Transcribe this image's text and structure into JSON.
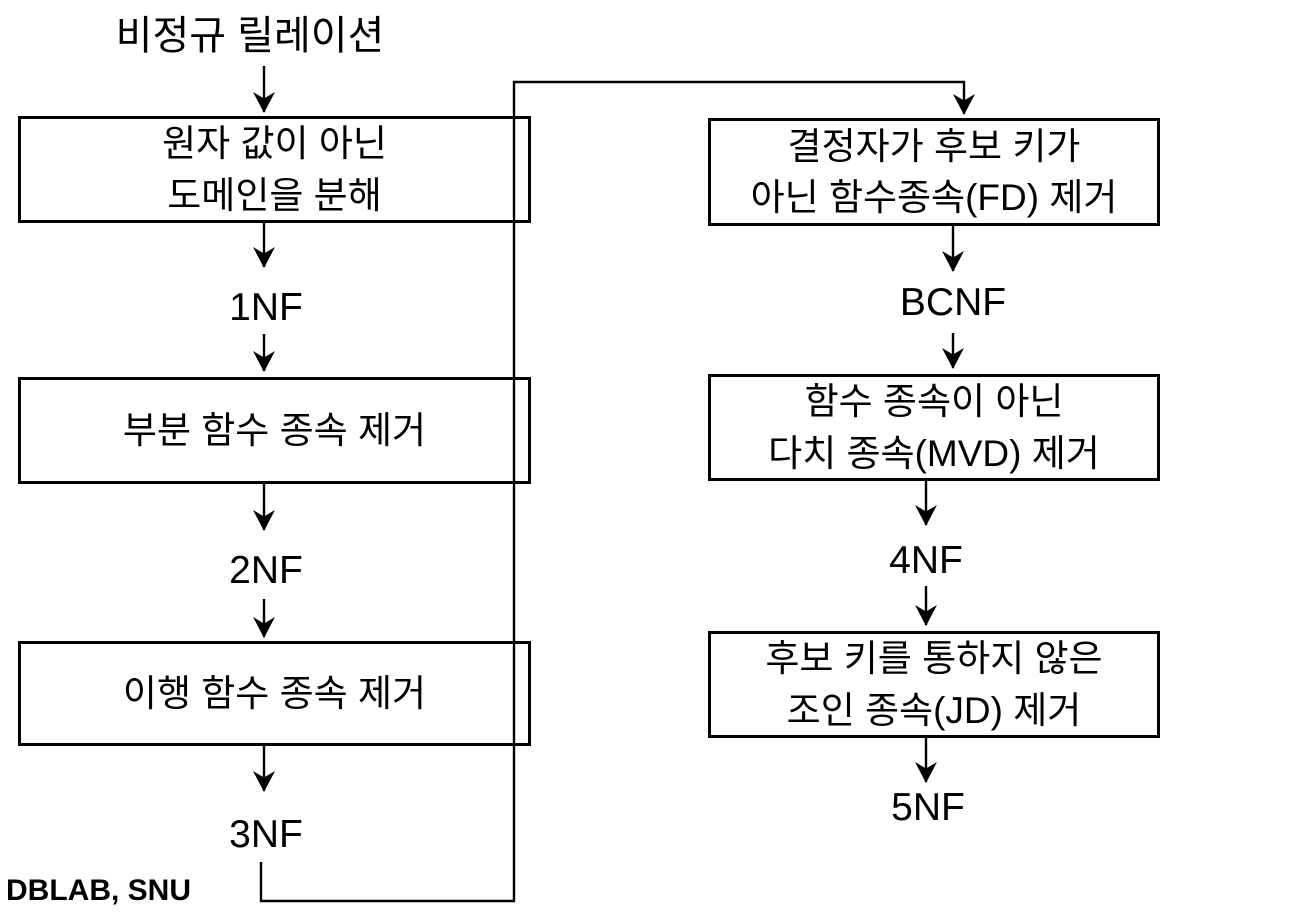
{
  "page": {
    "background": "#ffffff",
    "ink": "#000000"
  },
  "flowchart": {
    "title": "비정규 릴레이션",
    "left_column": {
      "boxes": [
        {
          "label": "원자 값이 아닌\n도메인을 분해"
        },
        {
          "label": "부분 함수 종속 제거"
        },
        {
          "label": "이행 함수 종속 제거"
        }
      ],
      "labels": [
        {
          "text": "1NF"
        },
        {
          "text": "2NF"
        },
        {
          "text": "3NF"
        }
      ]
    },
    "right_column": {
      "boxes": [
        {
          "label": "결정자가 후보 키가\n아닌 함수종속(FD) 제거"
        },
        {
          "label": "함수 종속이 아닌\n다치 종속(MVD) 제거"
        },
        {
          "label": "후보 키를 통하지 않은\n조인 종속(JD) 제거"
        }
      ],
      "labels": [
        {
          "text": "BCNF"
        },
        {
          "text": "4NF"
        },
        {
          "text": "5NF"
        }
      ]
    },
    "footer": "DBLAB, SNU"
  }
}
